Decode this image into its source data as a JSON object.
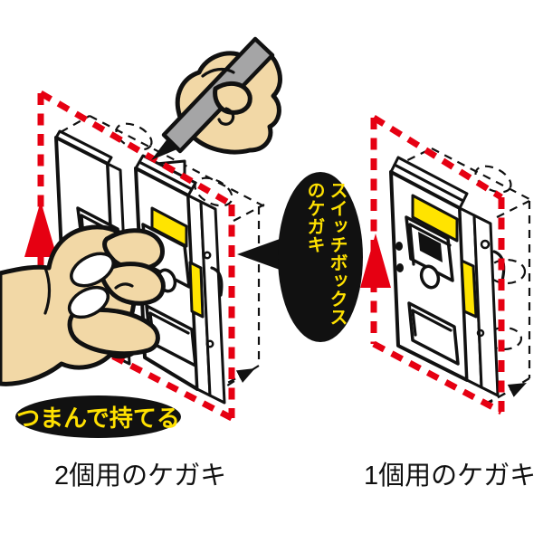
{
  "diagram": {
    "callout": {
      "line1": "スイッチボックス",
      "line2": "のケガキ"
    },
    "pinch_note": "つまんで持てる",
    "left_caption": "2個用のケガキ",
    "right_caption": "1個用のケガキ",
    "colors": {
      "scribe_red": "#E60012",
      "highlight_yellow": "#FFE400",
      "label_yellow": "#FFE100",
      "skin": "#F2D8A6",
      "pen_gray": "#A5A5A6",
      "line_black": "#111111",
      "background": "#ffffff"
    }
  }
}
